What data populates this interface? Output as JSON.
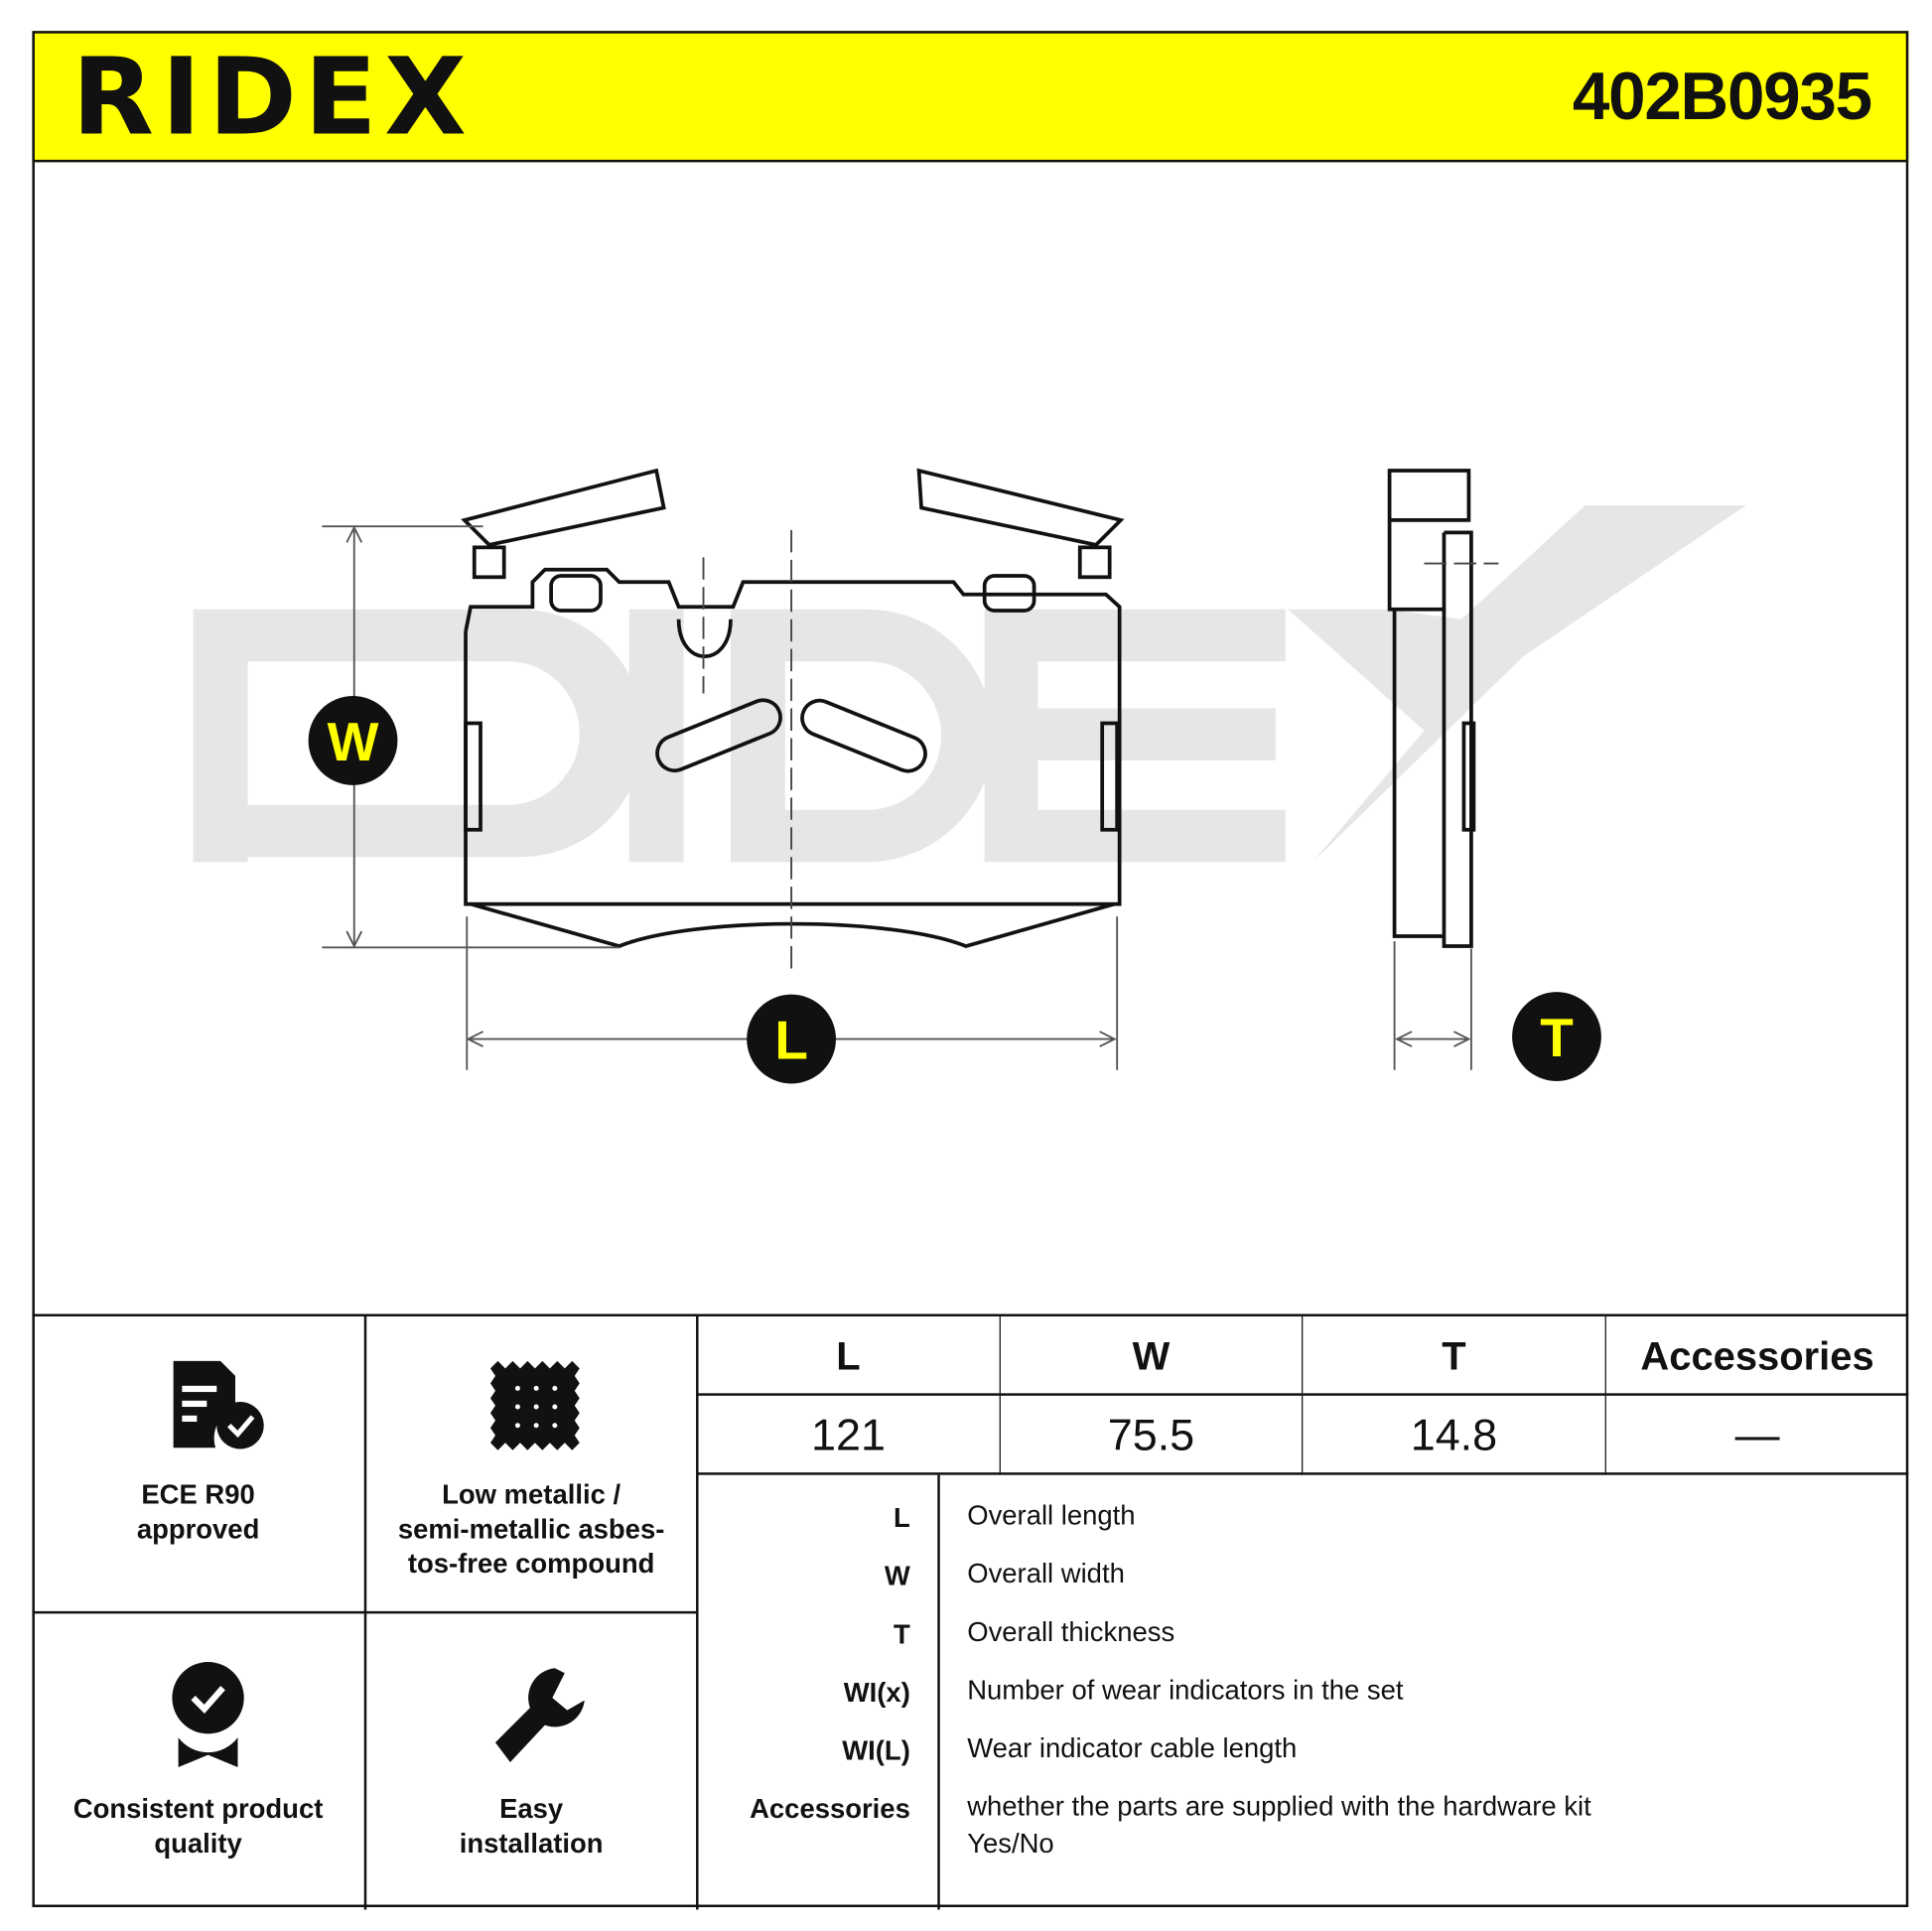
{
  "header": {
    "brand": "RIDEX",
    "part_number": "402B0935",
    "accent_color": "#ffff00"
  },
  "dimension_markers": {
    "w": "W",
    "l": "L",
    "t": "T"
  },
  "features": [
    {
      "icon": "document-check-icon",
      "label_lines": [
        "ECE R90",
        "approved"
      ]
    },
    {
      "icon": "compound-pattern-icon",
      "label_lines": [
        "Low metallic /",
        "semi-metallic asbes-",
        "tos-free compound"
      ]
    },
    {
      "icon": "award-ribbon-icon",
      "label_lines": [
        "Consistent product",
        "quality"
      ]
    },
    {
      "icon": "wrench-icon",
      "label_lines": [
        "Easy",
        "installation"
      ]
    }
  ],
  "spec_table": {
    "headers": [
      "L",
      "W",
      "T",
      "Accessories"
    ],
    "values": [
      "121",
      "75.5",
      "14.8",
      "—"
    ]
  },
  "legend": [
    {
      "key": "L",
      "desc": "Overall length"
    },
    {
      "key": "W",
      "desc": "Overall width"
    },
    {
      "key": "T",
      "desc": "Overall thickness"
    },
    {
      "key": "WI(x)",
      "desc": "Number of wear indicators in the set"
    },
    {
      "key": "WI(L)",
      "desc": "Wear indicator cable length"
    },
    {
      "key": "Accessories",
      "desc": "whether the parts are supplied with the hardware kit",
      "desc2": "Yes/No"
    }
  ]
}
